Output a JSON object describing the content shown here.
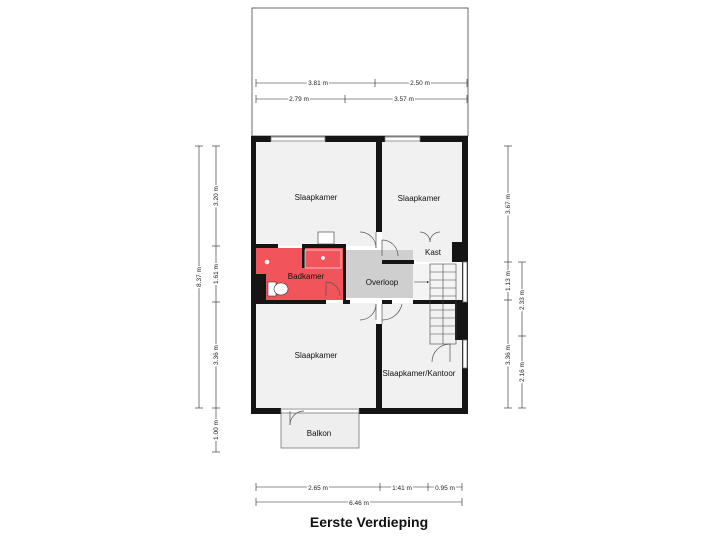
{
  "title": "Eerste Verdieping",
  "rooms": {
    "bedroom_top_left": "Slaapkamer",
    "bedroom_top_right": "Slaapkamer",
    "closet": "Kast",
    "bathroom": "Badkamer",
    "landing": "Overloop",
    "bedroom_bottom_left": "Slaapkamer",
    "bedroom_office": "Slaapkamer/Kantoor",
    "balcony": "Balkon"
  },
  "dimensions": {
    "top_1": "3.81 m",
    "top_2": "2.50 m",
    "top_3": "2.79 m",
    "top_4": "3.57 m",
    "bottom_1": "2.65 m",
    "bottom_2": "1.41 m",
    "bottom_3": "0.95 m",
    "bottom_total": "6.46 m",
    "left_total": "8.37 m",
    "left_1": "3.20 m",
    "left_2": "1.61 m",
    "left_3": "3.36 m",
    "left_4": "1.00 m",
    "right_1": "3.67 m",
    "right_2": "1.13 m",
    "right_3": "3.36 m",
    "right_4": "2.33 m",
    "right_5": "2.16 m"
  },
  "colors": {
    "bathroom": "#f2545b",
    "landing": "#cfcfcf",
    "floor": "#f1f1f1",
    "wall": "#151515"
  }
}
